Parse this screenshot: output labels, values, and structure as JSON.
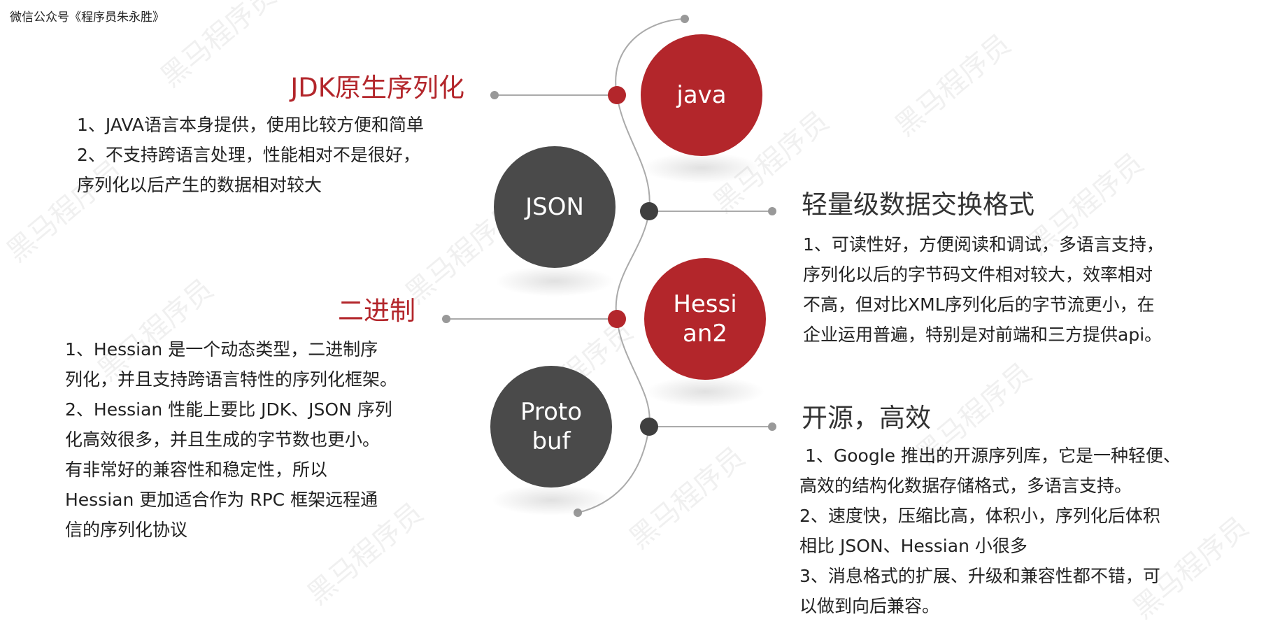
{
  "source_label": "微信公众号《程序员朱永胜》",
  "watermark_text": "黑马程序员",
  "colors": {
    "red": "#b3262b",
    "dark": "#4a4a4a",
    "connector": "#aaaaaa"
  },
  "nodes": [
    {
      "label": "java",
      "heading": "JDK原生序列化",
      "lines": [
        "1、JAVA语言本身提供，使用比较方便和简单",
        "2、不支持跨语言处理，性能相对不是很好，",
        "序列化以后产生的数据相对较大"
      ]
    },
    {
      "label": "JSON",
      "heading": "轻量级数据交换格式",
      "lines": [
        "1、可读性好，方便阅读和调试，多语言支持，",
        "序列化以后的字节码文件相对较大，效率相对",
        "不高，但对比XML序列化后的字节流更小，在",
        "企业运用普遍，特别是对前端和三方提供api。"
      ]
    },
    {
      "label_lines": [
        "Hessi",
        "an2"
      ],
      "heading": "二进制",
      "lines": [
        "1、Hessian 是一个动态类型，二进制序",
        "列化，并且支持跨语言特性的序列化框架。",
        "2、Hessian 性能上要比 JDK、JSON 序列",
        "化高效很多，并且生成的字节数也更小。",
        "有非常好的兼容性和稳定性，所以",
        "Hessian 更加适合作为 RPC 框架远程通",
        "信的序列化协议"
      ]
    },
    {
      "label_lines": [
        "Proto",
        "buf"
      ],
      "heading": "开源，高效",
      "lines": [
        " 1、Google 推出的开源序列库，它是一种轻便、",
        "高效的结构化数据存储格式，多语言支持。",
        "2、速度快，压缩比高，体积小，序列化后体积",
        "相比 JSON、Hessian 小很多",
        "3、消息格式的扩展、升级和兼容性都不错，可",
        "以做到向后兼容。"
      ]
    }
  ]
}
